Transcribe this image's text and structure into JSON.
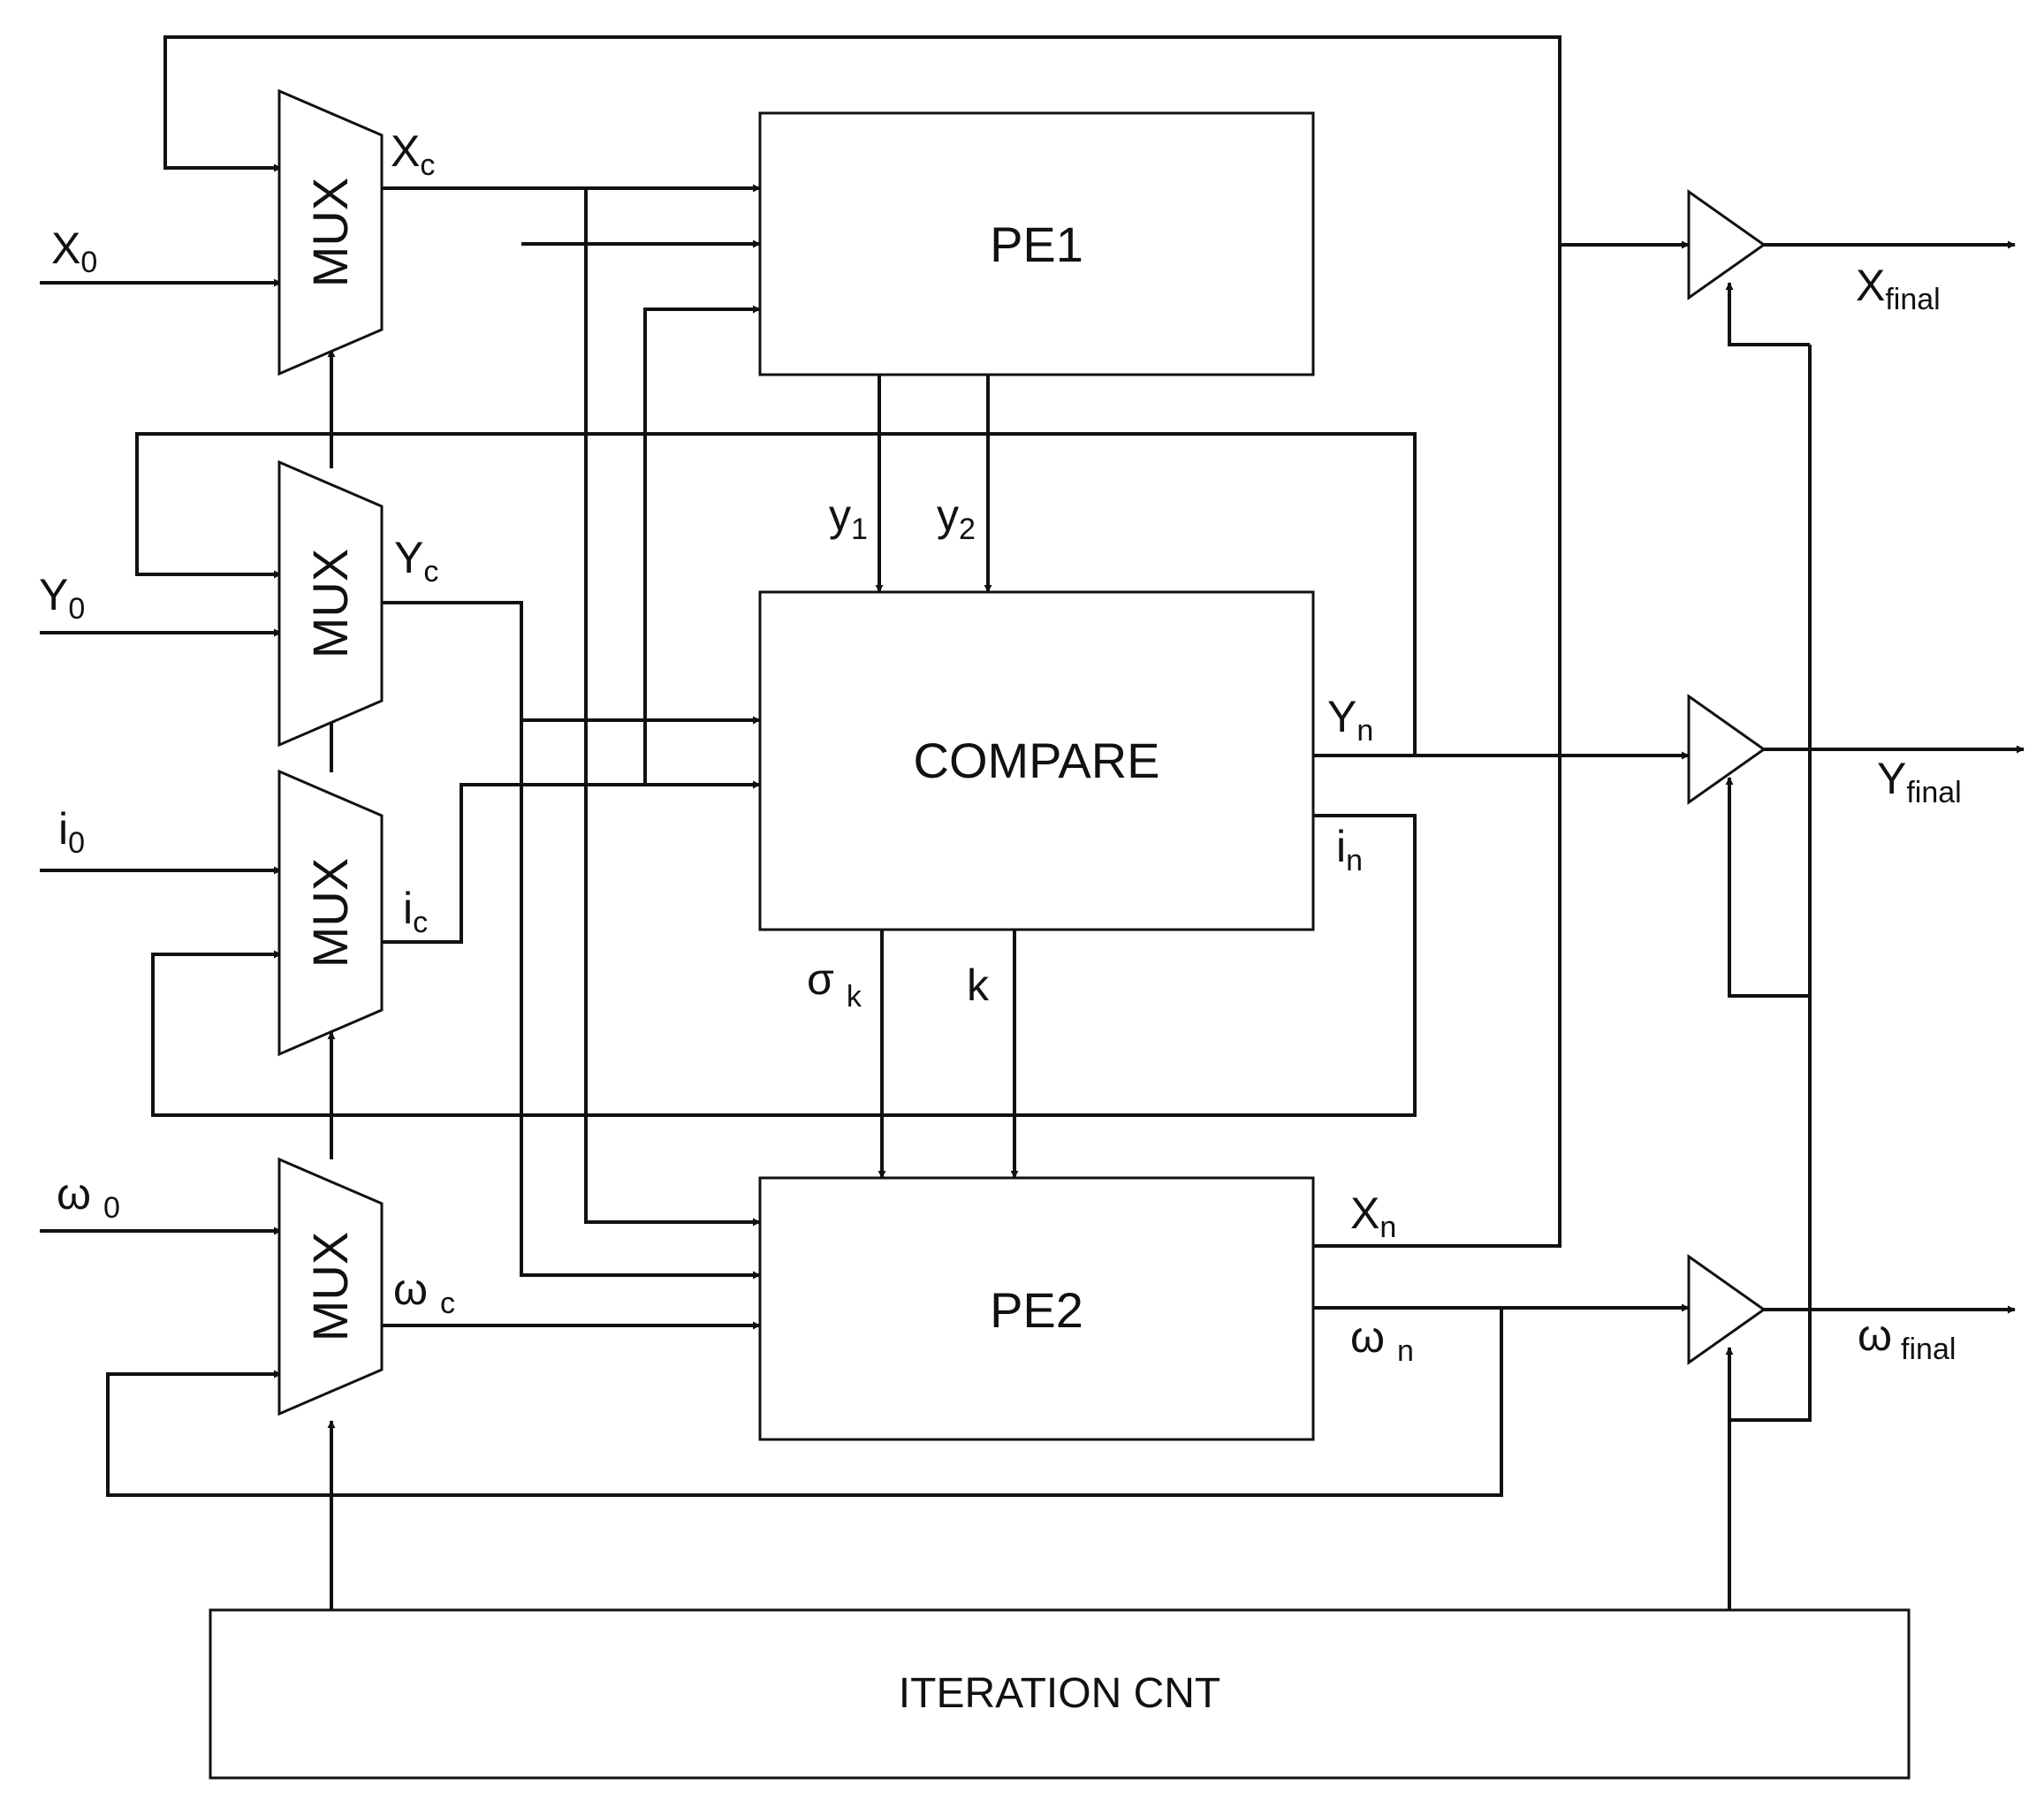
{
  "blocks": {
    "pe1": "PE1",
    "compare": "COMPARE",
    "pe2": "PE2",
    "iteration_cnt": "ITERATION CNT",
    "mux": "MUX"
  },
  "labels": {
    "x0": {
      "base": "X",
      "sub": "0"
    },
    "y0": {
      "base": "Y",
      "sub": "0"
    },
    "i0": {
      "base": "i",
      "sub": "0"
    },
    "w0": {
      "base": "ω",
      "sub": "0"
    },
    "xc": {
      "base": "X",
      "sub": "c"
    },
    "yc": {
      "base": "Y",
      "sub": "c"
    },
    "ic": {
      "base": "i",
      "sub": "c"
    },
    "wc": {
      "base": "ω",
      "sub": "c"
    },
    "y1": {
      "base": "y",
      "sub": "1"
    },
    "y2": {
      "base": "y",
      "sub": "2"
    },
    "sigk": {
      "base": "σ",
      "sub": "k"
    },
    "k": {
      "base": "k",
      "sub": ""
    },
    "yn": {
      "base": "Y",
      "sub": "n"
    },
    "in": {
      "base": "i",
      "sub": "n"
    },
    "xn": {
      "base": "X",
      "sub": "n"
    },
    "wn": {
      "base": "ω",
      "sub": "n"
    },
    "xfinal": {
      "base": "X",
      "sub": "final"
    },
    "yfinal": {
      "base": "Y",
      "sub": "final"
    },
    "wfinal": {
      "base": "ω",
      "sub": "final"
    }
  }
}
